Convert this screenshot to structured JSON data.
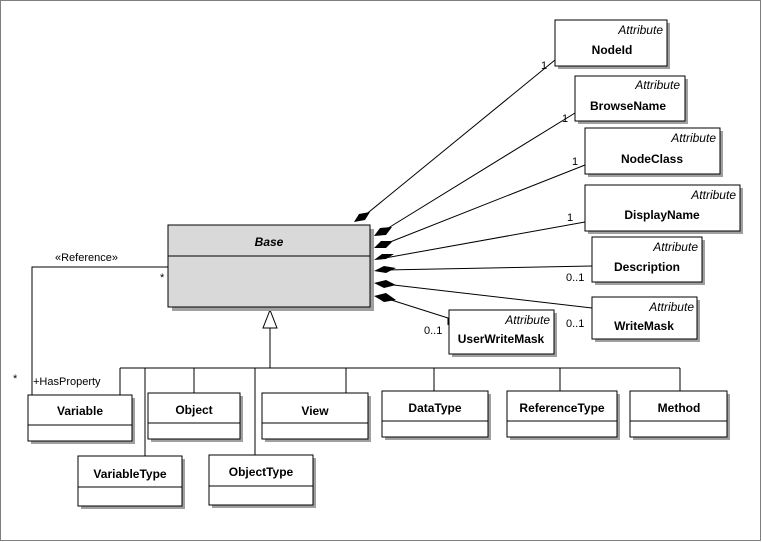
{
  "diagram": {
    "base": {
      "name": "Base",
      "fill": "#d9d9d9"
    },
    "attributes": [
      {
        "id": "nodeid",
        "stereotype": "Attribute",
        "name": "NodeId",
        "multiplicity": "1"
      },
      {
        "id": "browsename",
        "stereotype": "Attribute",
        "name": "BrowseName",
        "multiplicity": "1"
      },
      {
        "id": "nodeclass",
        "stereotype": "Attribute",
        "name": "NodeClass",
        "multiplicity": "1"
      },
      {
        "id": "displayname",
        "stereotype": "Attribute",
        "name": "DisplayName",
        "multiplicity": "1"
      },
      {
        "id": "description",
        "stereotype": "Attribute",
        "name": "Description",
        "multiplicity": "0..1"
      },
      {
        "id": "writemask",
        "stereotype": "Attribute",
        "name": "WriteMask",
        "multiplicity": "0..1"
      },
      {
        "id": "userwritemask",
        "stereotype": "Attribute",
        "name": "UserWriteMask",
        "multiplicity": "0..1"
      }
    ],
    "subclasses": [
      {
        "id": "variable",
        "name": "Variable"
      },
      {
        "id": "object",
        "name": "Object"
      },
      {
        "id": "view",
        "name": "View"
      },
      {
        "id": "datatype",
        "name": "DataType"
      },
      {
        "id": "referencetype",
        "name": "ReferenceType"
      },
      {
        "id": "method",
        "name": "Method"
      },
      {
        "id": "variabletype",
        "name": "VariableType"
      },
      {
        "id": "objecttype",
        "name": "ObjectType"
      }
    ],
    "reference": {
      "stereotype": "«Reference»",
      "base_multiplicity": "*",
      "variable_multiplicity": "*",
      "role": "+HasProperty"
    }
  }
}
